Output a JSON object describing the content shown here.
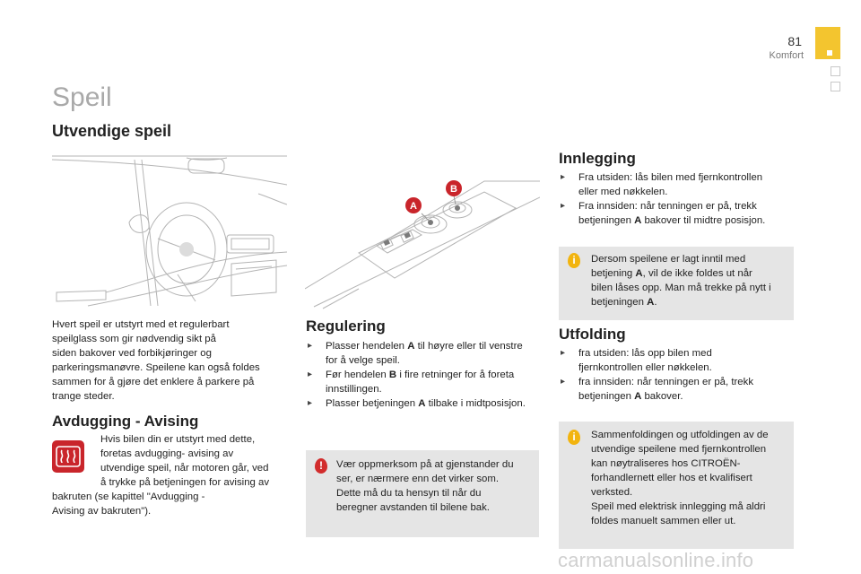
{
  "header": {
    "page_number": "81",
    "section": "Komfort"
  },
  "title": "Speil",
  "subtitle": "Utvendige speil",
  "intro": [
    "Hvert speil er utstyrt med et regulerbart",
    "speilglass som gir nødvendig sikt på",
    "siden bakover ved forbikjøringer og",
    "parkeringsmanøvre. Speilene kan også foldes",
    "sammen for å gjøre det enklere å parkere på",
    "trange steder."
  ],
  "avdugging": {
    "heading": "Avdugging - Avising",
    "lines": [
      "Hvis bilen din er utstyrt med dette,",
      "foretas avdugging- avising av",
      "utvendige speil, når motoren går, ved",
      "å trykke på betjeningen for avising av",
      "bakruten (se kapittel \"Avdugging -",
      "Avising av bakruten\")."
    ]
  },
  "regulering": {
    "heading": "Regulering",
    "items": [
      [
        "Plasser hendelen ",
        "A",
        " til høyre eller til venstre",
        "for å velge speil."
      ],
      [
        "Før hendelen ",
        "B",
        " i fire retninger for å foreta",
        "innstillingen."
      ],
      [
        "Plasser betjeningen ",
        "A",
        " tilbake i midtposisjon.",
        ""
      ]
    ]
  },
  "warning": {
    "lines": [
      "Vær oppmerksom på at gjenstander du",
      "ser, er nærmere enn det virker som.",
      "Dette må du ta hensyn til når du",
      "beregner avstanden til bilene bak."
    ]
  },
  "innlegging": {
    "heading": "Innlegging",
    "items": [
      [
        "Fra utsiden: lås bilen med fjernkontrollen",
        "eller med nøkkelen.",
        "",
        ""
      ],
      [
        "Fra innsiden: når tenningen er på, trekk",
        "betjeningen ",
        "A",
        " bakover til midtre posisjon."
      ]
    ]
  },
  "info1": {
    "lines": [
      [
        "Dersom speilene er lagt inntil med",
        "",
        ""
      ],
      [
        "betjening ",
        "A",
        ", vil de ikke foldes ut når"
      ],
      [
        "bilen låses opp. Man må trekke på nytt i",
        "",
        ""
      ],
      [
        "betjeningen ",
        "A",
        "."
      ]
    ]
  },
  "utfolding": {
    "heading": "Utfolding",
    "items": [
      [
        "fra utsiden: lås opp bilen med",
        "fjernkontrollen eller nøkkelen.",
        "",
        ""
      ],
      [
        "fra innsiden: når tenningen er på, trekk",
        "betjeningen ",
        "A",
        " bakover."
      ]
    ]
  },
  "info2": {
    "lines": [
      "Sammenfoldingen og utfoldingen av de",
      "utvendige speilene med fjernkontrollen",
      "kan nøytraliseres hos CITROËN-",
      "forhandlernett eller hos et kvalifisert",
      "verksted.",
      "Speil med elektrisk innlegging må aldri",
      "foldes manuelt sammen eller ut."
    ]
  },
  "figure_labels": {
    "a": "A",
    "b": "B"
  },
  "icons": {
    "info": "info-icon",
    "warning": "warning-icon",
    "defrost": "rear-defrost-icon"
  },
  "colors": {
    "accent_yellow": "#f3c52f",
    "title_gray": "#a9a9a9",
    "box_gray": "#e5e5e5",
    "info_yellow": "#f2b40f",
    "warn_red": "#d22c2c",
    "label_red": "#c9252b"
  },
  "watermark": "carmanualsonline.info"
}
